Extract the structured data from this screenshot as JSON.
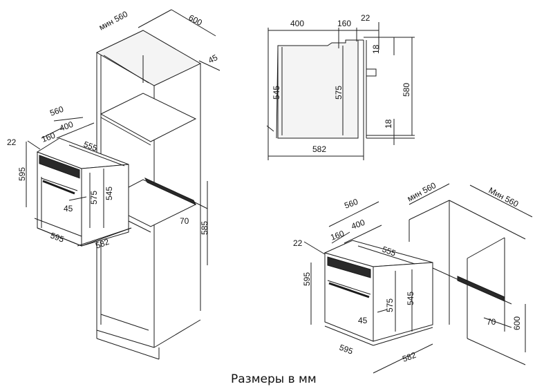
{
  "caption": "Размеры в мм",
  "colors": {
    "line": "#1a1a1a",
    "panel": "#f4f4f4",
    "dark": "#2a2a2a"
  },
  "tall_cabinet": {
    "oven_560": "560",
    "oven_160": "160",
    "oven_400": "400",
    "oven_22": "22",
    "oven_555": "555",
    "oven_595_h": "595",
    "oven_575": "575",
    "oven_545": "545",
    "oven_45": "45",
    "oven_595_w": "595",
    "oven_582": "582",
    "cab_min560": "мин 560",
    "cab_600": "600",
    "cab_45": "45",
    "cab_70": "70",
    "cab_585": "585"
  },
  "side_view": {
    "d_400": "400",
    "d_160": "160",
    "d_22": "22",
    "d_18_top": "18",
    "d_545": "545",
    "d_575": "575",
    "d_580": "580",
    "d_18_bottom": "18",
    "d_582": "582"
  },
  "under_counter": {
    "oven_560": "560",
    "oven_160": "160",
    "oven_400": "400",
    "oven_22": "22",
    "oven_555": "555",
    "oven_595_h": "595",
    "oven_575": "575",
    "oven_545": "545",
    "oven_45": "45",
    "oven_595_w": "595",
    "oven_582": "582",
    "cab_min560_a": "мин 560",
    "cab_min560_b": "Мин 560",
    "cab_70": "70",
    "cab_600": "600"
  }
}
